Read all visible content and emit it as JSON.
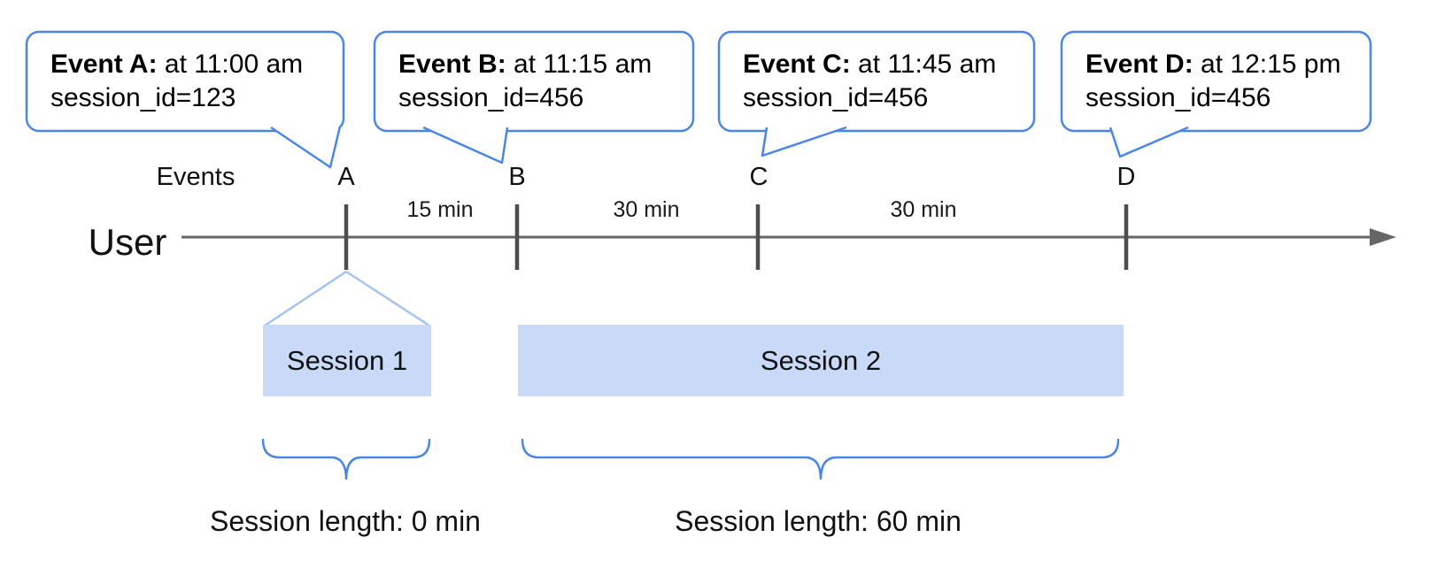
{
  "colors": {
    "callout_border": "#4a86e8",
    "brace": "#4a86e8",
    "session_fill": "#c9daf8",
    "funnel_line": "#a4c2f4",
    "timeline_line": "#666666",
    "tick_mark": "#4d4d4d"
  },
  "timeline": {
    "axis_label": "Events",
    "user_label": "User",
    "ticks": [
      "A",
      "B",
      "C",
      "D"
    ],
    "intervals": [
      "15 min",
      "30 min",
      "30 min"
    ]
  },
  "event_callouts": [
    {
      "title": "Event A:",
      "detail": "at 11:00 am",
      "session_line": "session_id=123"
    },
    {
      "title": "Event B:",
      "detail": "at 11:15 am",
      "session_line": "session_id=456"
    },
    {
      "title": "Event C:",
      "detail": "at 11:45 am",
      "session_line": "session_id=456"
    },
    {
      "title": "Event D:",
      "detail": "at 12:15 pm",
      "session_line": "session_id=456"
    }
  ],
  "sessions": [
    {
      "label": "Session 1",
      "length_label": "Session length: 0 min"
    },
    {
      "label": "Session 2",
      "length_label": "Session length: 60 min"
    }
  ]
}
